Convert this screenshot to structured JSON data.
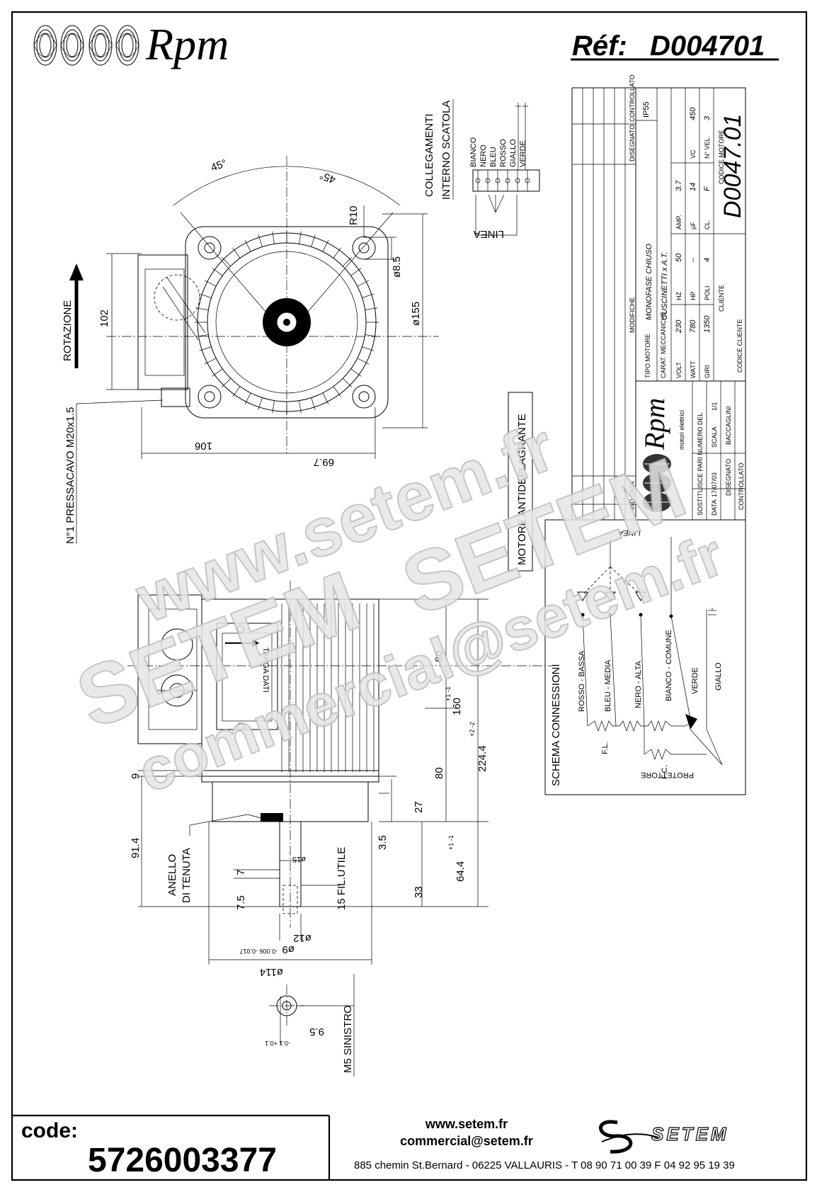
{
  "header": {
    "brand": "Rpm",
    "ref_label": "Réf:",
    "ref_value": "D004701"
  },
  "drawing": {
    "rotation_label": "ROTAZIONE",
    "cable_gland": "N°1 PRESSACAVO M20x1.5",
    "angle_1": "45°",
    "angle_2": "45°",
    "radius_label": "R10",
    "dia_hole": "ø8.5",
    "dia_body": "ø155",
    "dim_102": "102",
    "dim_106": "106",
    "dim_697": "69.7",
    "connections_title_1": "COLLEGAMENTI",
    "connections_title_2": "INTERNO SCATOLA",
    "wires": [
      "BIANCO",
      "NERO",
      "BLEU",
      "ROSSO",
      "GIALLO",
      "VERDE"
    ],
    "linea": "LINEA",
    "antideflagrante": "MOTORE ANTIDEFLAGRANTE",
    "targa": "TARGA DATI",
    "dim_80a": "80",
    "dim_80b": "80",
    "dim_160": "160",
    "dim_160_tol": "+1 -1",
    "dim_2244": "224.4",
    "dim_2244_tol": "+2 -2",
    "dim_9": "9",
    "dim_27": "27",
    "dim_914": "91.4",
    "dim_35": "3.5",
    "dim_644": "64.4",
    "dim_644_tol": "+1 -1",
    "dim_33": "33",
    "dim_15": "ø15",
    "dim_7": "7",
    "dim_75": "7.5",
    "fil_utile": "15 FIL.UTILE",
    "anello_1": "ANELLO",
    "anello_2": "DI TENUTA",
    "dim_12": "ø12",
    "dim_9h6": "ø9",
    "dim_9h6_tol": "-0.006 -0.017",
    "dim_114": "ø114",
    "dim_95": "9.5",
    "dim_95_tol": "-0.1 +0.1",
    "m5": "M5 SINISTRO"
  },
  "title_block": {
    "mod_cols": [
      "IND.",
      "DATA",
      "MODIFICHE",
      "DISEGNATO",
      "CONTROLLATO"
    ],
    "ip": "IP55",
    "tipo_motore_label": "TIPO MOTORE",
    "tipo_motore": "MONOFASE CHIUSO",
    "carat_label": "CARAT. MECCANICHE",
    "carat": "CUSCINETTI x A.T.",
    "volt_label": "VOLT",
    "volt": "230",
    "hz_label": "HZ",
    "hz": "50",
    "amp_label": "AMP.",
    "amp": "3.7",
    "watt_label": "WATT",
    "watt": "780",
    "hp_label": "HP",
    "hp": "–",
    "uf_label": "µF",
    "uf": "14",
    "vc_label": "VC",
    "vc": "450",
    "giri_label": "GIRI",
    "giri": "1350",
    "poli_label": "POLI",
    "poli": "4",
    "cl_label": "CL.",
    "cl": "F",
    "nvel_label": "N° VEL.",
    "nvel": "3",
    "cliente_label": "CLIENTE",
    "codice_cliente_label": "CODICE CLIENTE",
    "codice_motore_label": "CODICE MOTORE",
    "codice_motore": "D0047.01",
    "rpm_logo": "Rpm",
    "rpm_sub": "motori elettrici",
    "sostituisce_label": "SOSTITUISCE PARI NUMERO DEL",
    "sostituisce": "-",
    "data_label": "DATA",
    "data": "17/07/03",
    "scala_label": "SCALA",
    "scala": "1/1",
    "disegnato_label": "DISEGNATO",
    "disegnato": "BACCAGLINI",
    "controllato_label": "CONTROLLATO"
  },
  "schema": {
    "title": "SCHEMA CONNESSIONI",
    "linea": "LINEA",
    "leads": [
      "ROSSO - BASSA",
      "BLEU - MEDIA",
      "NERO - ALTA",
      "BIANCO - COMUNE",
      "VERDE",
      "GIALLO"
    ],
    "fl": "F.L.",
    "fc": "F.C.",
    "protettore": "PROTETTORE"
  },
  "watermark": {
    "line1": "www.setem.fr",
    "line2": "SETEM",
    "line3": "commercial@setem.fr"
  },
  "footer": {
    "code_label": "code:",
    "code_value": "5726003377",
    "website": "www.setem.fr",
    "email": "commercial@setem.fr",
    "address": "885 chemin St.Bernard  -  06225 VALLAURIS  -  T 08 90 71 00 39   F 04 92 95 19 39",
    "setem_logo": "SETEM"
  }
}
